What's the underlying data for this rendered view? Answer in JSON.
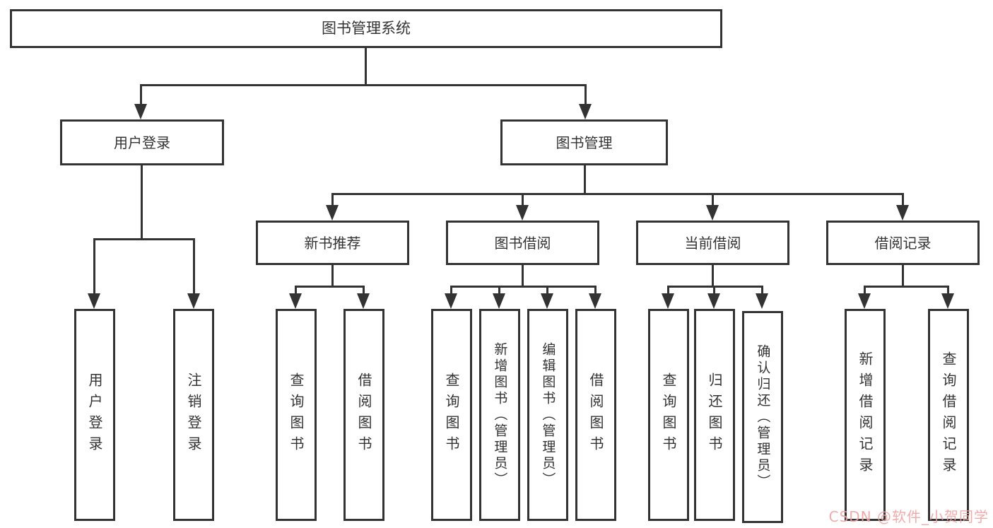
{
  "tree": {
    "label": "图书管理系统",
    "children": [
      {
        "label": "用户登录",
        "children": [
          {
            "label": "用户登录"
          },
          {
            "label": "注销登录"
          }
        ]
      },
      {
        "label": "图书管理",
        "children": [
          {
            "label": "新书推荐",
            "children": [
              {
                "label": "查询图书"
              },
              {
                "label": "借阅图书"
              }
            ]
          },
          {
            "label": "图书借阅",
            "children": [
              {
                "label": "查询图书"
              },
              {
                "label": "新增图书（管理员）"
              },
              {
                "label": "编辑图书（管理员）"
              },
              {
                "label": "借阅图书"
              }
            ]
          },
          {
            "label": "当前借阅",
            "children": [
              {
                "label": "查询图书"
              },
              {
                "label": "归还图书"
              },
              {
                "label": "确认归还（管理员）"
              }
            ]
          },
          {
            "label": "借阅记录",
            "children": [
              {
                "label": "新增借阅记录"
              },
              {
                "label": "查询借阅记录"
              }
            ]
          }
        ]
      }
    ]
  },
  "watermark": {
    "text": "CSDN @软件_小贺同学",
    "color": "#f0a2a2"
  },
  "colors": {
    "line": "#333333",
    "ink": "#333333",
    "background": "#ffffff"
  }
}
